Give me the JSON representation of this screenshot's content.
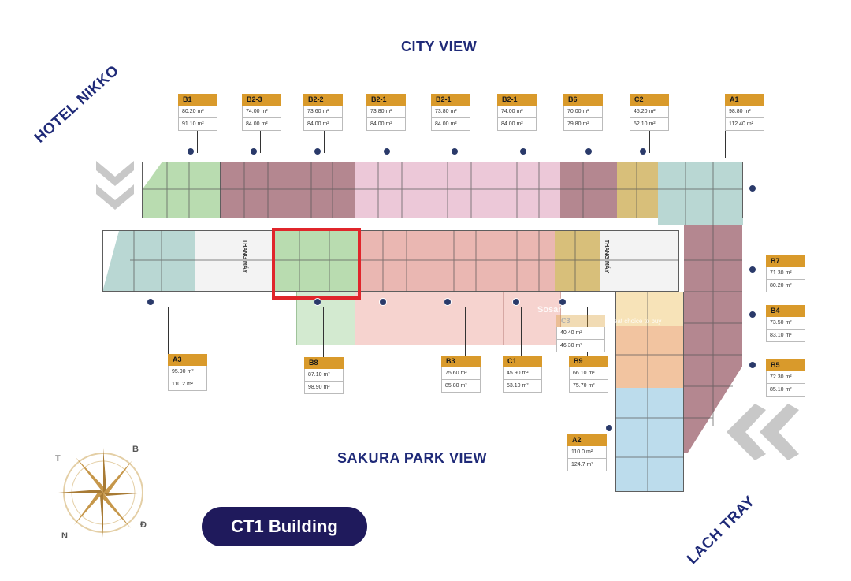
{
  "views": {
    "top": "CITY VIEW",
    "bottom": "SAKURA PARK VIEW",
    "left": "HOTEL NIKKO",
    "right": "LACH TRAY"
  },
  "cores": {
    "left": "THANG MÁY",
    "right": "THANG MÁY"
  },
  "compass": {
    "top": "T",
    "right": "B",
    "left": "N",
    "bottom": "Đ"
  },
  "building": {
    "label": "CT1 Building"
  },
  "watermark": {
    "brand": "Sosanhnha.com",
    "tagline": "Great choice to buy"
  },
  "units": {
    "b1": {
      "code": "B1",
      "area1": "80.20 m²",
      "area2": "91.10 m²"
    },
    "b23": {
      "code": "B2-3",
      "area1": "74.00 m²",
      "area2": "84.00 m²"
    },
    "b22": {
      "code": "B2-2",
      "area1": "73.60 m²",
      "area2": "84.00 m²"
    },
    "b21a": {
      "code": "B2-1",
      "area1": "73.80 m²",
      "area2": "84.00 m²"
    },
    "b21b": {
      "code": "B2-1",
      "area1": "73.80 m²",
      "area2": "84.00 m²"
    },
    "b21c": {
      "code": "B2-1",
      "area1": "74.00 m²",
      "area2": "84.00 m²"
    },
    "b6": {
      "code": "B6",
      "area1": "70.00 m²",
      "area2": "79.80 m²"
    },
    "c2": {
      "code": "C2",
      "area1": "45.20 m²",
      "area2": "52.10 m²"
    },
    "a1": {
      "code": "A1",
      "area1": "98.80 m²",
      "area2": "112.40 m²"
    },
    "b7": {
      "code": "B7",
      "area1": "71.30 m²",
      "area2": "80.20 m²"
    },
    "b4": {
      "code": "B4",
      "area1": "73.50 m²",
      "area2": "83.10 m²"
    },
    "b5": {
      "code": "B5",
      "area1": "72.30 m²",
      "area2": "85.10 m²"
    },
    "c3": {
      "code": "C3",
      "area1": "40.40 m²",
      "area2": "46.30 m²"
    },
    "a3": {
      "code": "A3",
      "area1": "95.90 m²",
      "area2": "110.2 m²"
    },
    "b8": {
      "code": "B8",
      "area1": "87.10 m²",
      "area2": "98.90 m²"
    },
    "b3": {
      "code": "B3",
      "area1": "75.60 m²",
      "area2": "85.80 m²"
    },
    "c1": {
      "code": "C1",
      "area1": "45.90 m²",
      "area2": "53.10 m²"
    },
    "b9": {
      "code": "B9",
      "area1": "66.10 m²",
      "area2": "75.70 m²"
    },
    "a2": {
      "code": "A2",
      "area1": "110.0 m²",
      "area2": "124.7 m²"
    }
  },
  "colors": {
    "green": "#b9dcb0",
    "maroon": "#b48790",
    "pink": "#ecc8d8",
    "salmon": "#eab7b2",
    "gold": "#d8bf7a",
    "teal": "#b9d7d3",
    "orange": "#f2c4a0",
    "lightblue": "#bcdcec",
    "highlight": "#e0252b",
    "navy": "#1f1a5c"
  }
}
